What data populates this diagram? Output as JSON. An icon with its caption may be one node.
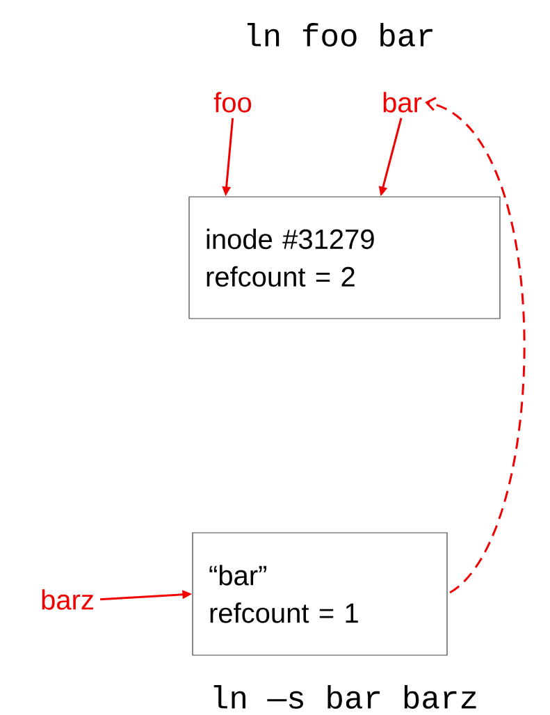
{
  "diagram": {
    "nodes": [
      {
        "text": [
          "foo"
        ]
      },
      {
        "text": [
          "bar"
        ]
      },
      {
        "text": [
          "inode #31279",
          "refcount = 2"
        ]
      },
      {
        "text": [
          "barz"
        ]
      },
      {
        "text": [
          "“bar”",
          "refcount = 1"
        ]
      }
    ],
    "edges": [
      {
        "from": 0,
        "to": 2,
        "arrow": "to"
      },
      {
        "from": 1,
        "to": 2,
        "arrow": "to"
      },
      {
        "from": 3,
        "to": 4,
        "arrow": "to"
      },
      {
        "from": 4,
        "to": 1,
        "arrow": "to",
        "style": "dashed"
      }
    ],
    "labels": [
      "ln foo bar",
      "ln —s bar barz"
    ]
  }
}
